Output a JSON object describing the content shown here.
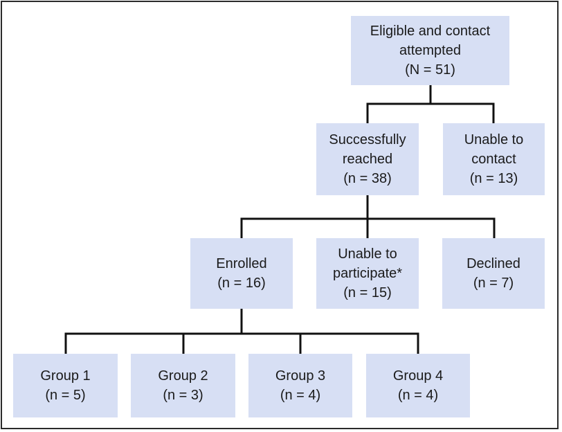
{
  "root": {
    "line1": "Eligible and contact",
    "line2": "attempted",
    "line3": "(N = 51)"
  },
  "reached": {
    "line1": "Successfully",
    "line2": "reached",
    "line3": "(n = 38)"
  },
  "unable_contact": {
    "line1": "Unable to",
    "line2": "contact",
    "line3": "(n = 13)"
  },
  "enrolled": {
    "line1": "Enrolled",
    "line2": "(n = 16)"
  },
  "unable_participate": {
    "line1": "Unable to",
    "line2": "participate*",
    "line3": "(n = 15)"
  },
  "declined": {
    "line1": "Declined",
    "line2": "(n = 7)"
  },
  "groups": [
    {
      "label": "Group 1",
      "count": "(n = 5)"
    },
    {
      "label": "Group 2",
      "count": "(n = 3)"
    },
    {
      "label": "Group 3",
      "count": "(n = 4)"
    },
    {
      "label": "Group 4",
      "count": "(n = 4)"
    }
  ],
  "colors": {
    "box_fill": "#d7dff4",
    "connector": "#111111",
    "frame_border": "#2a2a2a"
  }
}
